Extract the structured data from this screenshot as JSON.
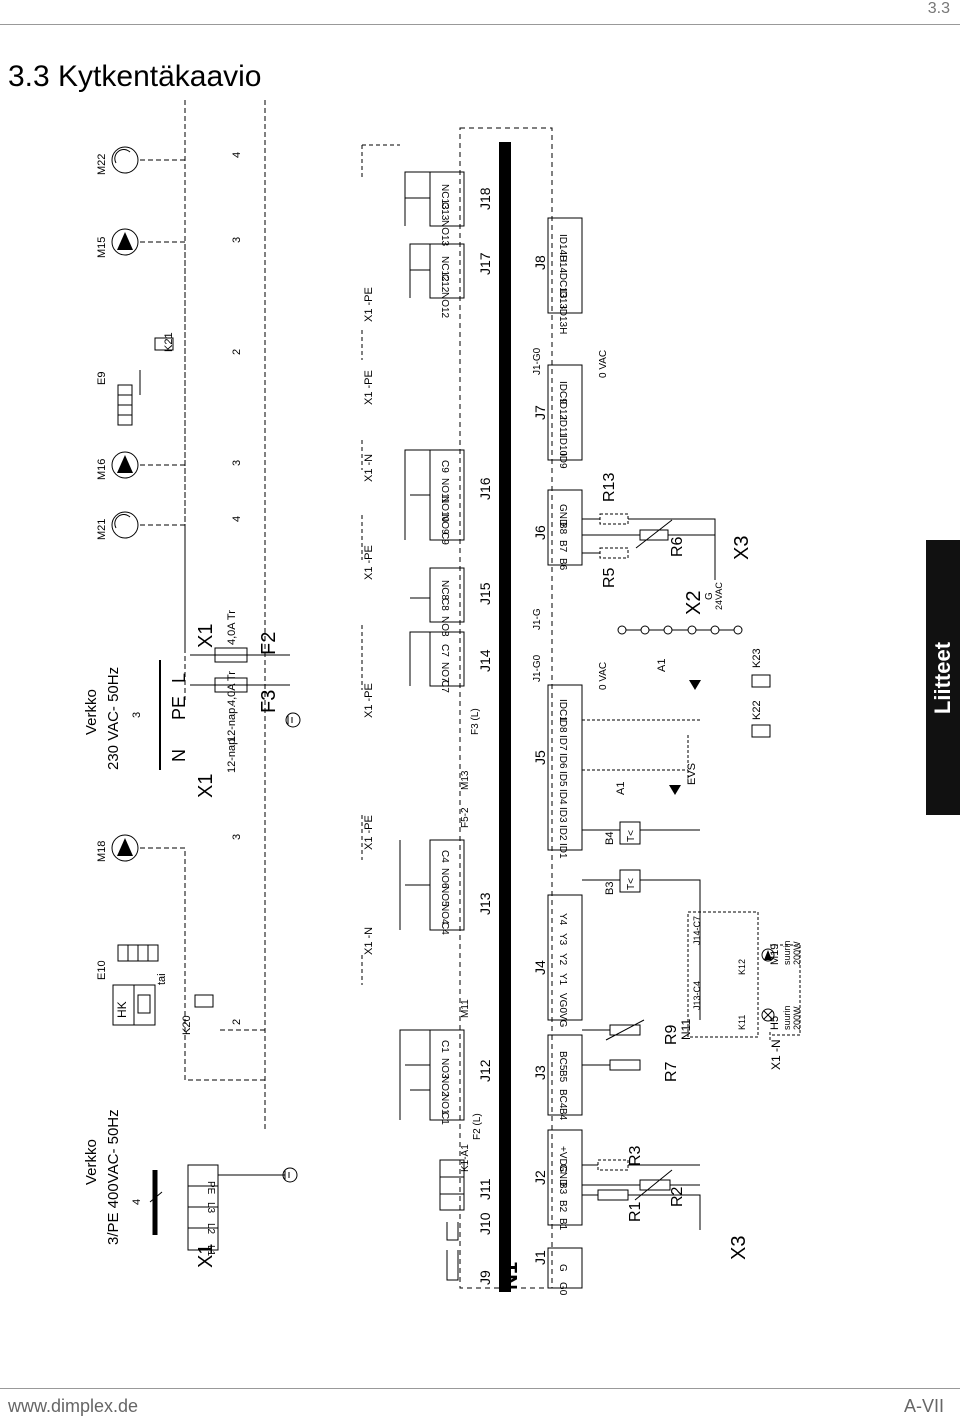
{
  "header": {
    "section": "3.3",
    "title": "3.3  Kytkentäkaavio"
  },
  "footer": {
    "url": "www.dimplex.de",
    "page": "A-VII"
  },
  "side_tab": "Liitteet",
  "supply_left": {
    "name": "Verkko",
    "spec": "3/PE 400VAC- 50Hz",
    "wires": "4"
  },
  "supply_right": {
    "name": "Verkko",
    "spec": "230 VAC- 50Hz",
    "wires": "3"
  },
  "labels": {
    "x1": "X1",
    "x2": "X2",
    "x3": "X3",
    "n1": "N1",
    "l1": "L1",
    "l2": "L2",
    "l3": "L3",
    "pe": "PE",
    "n": "N",
    "l": "L",
    "fuse_rating": "4,0A Tr",
    "f2": "F2",
    "f3": "F3",
    "nap": "12-nap.",
    "hk": "HK",
    "e10": "E10",
    "tai": "tai",
    "k20": "K20",
    "k21": "K21",
    "e9": "E9",
    "m13": "M13",
    "m11": "M11",
    "f2l": "F2 (L)",
    "f3l": "F3 (L)",
    "f52": "F5-2",
    "k1a1": "K1-A1",
    "r1": "R1",
    "r2": "R2",
    "r3": "R3",
    "r5": "R5",
    "r6": "R6",
    "r7": "R7",
    "r9": "R9",
    "r13": "R13",
    "n11": "N11",
    "b3": "B3",
    "b4": "B4",
    "a1": "A1",
    "evs": "EVS",
    "k22": "K22",
    "k23": "K23",
    "t": "T<",
    "vac0": "0 VAC",
    "g24": "G",
    "vac24": "24VAC",
    "jg0": "J1-G0",
    "jg": "J1-G",
    "x1pe": "X1 -PE",
    "xn": "-N",
    "x1n": "X1 -N",
    "h5": "H5",
    "m19": "M19",
    "suurin": "suurin",
    "w200": "200W",
    "x1n_bottom": "X1 -N",
    "k11": "K11",
    "k12": "K12",
    "j13c4": "J13-C4",
    "j14c7": "J14-C7"
  },
  "motors": [
    "M18",
    "M21",
    "M16",
    "M15",
    "M22"
  ],
  "wire_counts": [
    "2",
    "3",
    "4",
    "3",
    "2",
    "3",
    "4"
  ],
  "connectors": [
    "J1",
    "J2",
    "J3",
    "J4",
    "J5",
    "J6",
    "J7",
    "J8",
    "J9",
    "J10",
    "J11",
    "J12",
    "J13",
    "J14",
    "J15",
    "J16",
    "J17",
    "J18"
  ],
  "terminals": {
    "j1": [
      "G0",
      "G"
    ],
    "j2": [
      "B1",
      "B2",
      "B3",
      "GND",
      "+VDC"
    ],
    "j3": [
      "B4",
      "BC4",
      "B5",
      "BC5"
    ],
    "j4": [
      "VG",
      "VG0",
      "Y1",
      "Y2",
      "Y3",
      "Y4"
    ],
    "j5": [
      "ID1",
      "ID2",
      "ID3",
      "ID4",
      "ID5",
      "ID6",
      "ID7",
      "ID8",
      "IDC1"
    ],
    "j6": [
      "B6",
      "B7",
      "B8",
      "GND"
    ],
    "j7": [
      "ID9",
      "ID10",
      "ID11",
      "ID12",
      "IDC9"
    ],
    "j8": [
      "ID13H",
      "ID13",
      "IDC13",
      "ID14",
      "ID14H"
    ],
    "j12": [
      "C1",
      "NO1",
      "NO2",
      "NO3",
      "C1"
    ],
    "j13": [
      "C4",
      "NO4",
      "NO5",
      "NO6",
      "C4"
    ],
    "j14": [
      "C7",
      "NO7",
      "C7"
    ],
    "j15": [
      "NO8",
      "C8",
      "NC8"
    ],
    "j16": [
      "C9",
      "NO9",
      "NO10",
      "NO11",
      "C9"
    ],
    "j17": [
      "NO12",
      "C12",
      "NC12"
    ],
    "j18": [
      "NO13",
      "C13",
      "NC13"
    ]
  },
  "colors": {
    "ink": "#000000",
    "tab_bg": "#111111",
    "muted": "#777777"
  }
}
